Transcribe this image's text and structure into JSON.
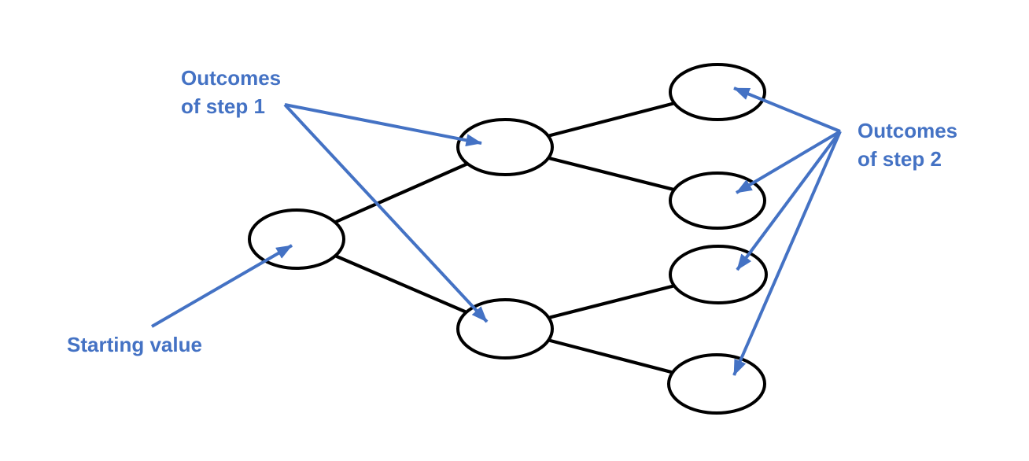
{
  "colors": {
    "annotation_blue": "#4472C4",
    "shape_stroke": "#000000",
    "shape_fill": "#FFFFFF",
    "background": "#FFFFFF"
  },
  "labels": {
    "step1_outcomes": {
      "line1": "Outcomes",
      "line2": "of step 1"
    },
    "step2_outcomes": {
      "line1": "Outcomes",
      "line2": "of step 2"
    },
    "starting_value": {
      "text": "Starting value"
    }
  },
  "diagram": {
    "type": "binomial-tree",
    "nodes": [
      {
        "id": "start",
        "label": "",
        "level": 0
      },
      {
        "id": "step1-up",
        "label": "",
        "level": 1
      },
      {
        "id": "step1-down",
        "label": "",
        "level": 1
      },
      {
        "id": "step2-outcome-1",
        "label": "",
        "level": 2
      },
      {
        "id": "step2-outcome-2",
        "label": "",
        "level": 2
      },
      {
        "id": "step2-outcome-3",
        "label": "",
        "level": 2
      },
      {
        "id": "step2-outcome-4",
        "label": "",
        "level": 2
      }
    ],
    "edges": [
      {
        "from": "start",
        "to": "step1-up"
      },
      {
        "from": "start",
        "to": "step1-down"
      },
      {
        "from": "step1-up",
        "to": "step2-outcome-1"
      },
      {
        "from": "step1-up",
        "to": "step2-outcome-2"
      },
      {
        "from": "step1-down",
        "to": "step2-outcome-3"
      },
      {
        "from": "step1-down",
        "to": "step2-outcome-4"
      }
    ],
    "annotations": [
      {
        "text": "Outcomes of step 1",
        "points_to": [
          "step1-up",
          "step1-down"
        ]
      },
      {
        "text": "Outcomes of step 2",
        "points_to": [
          "step2-outcome-1",
          "step2-outcome-2",
          "step2-outcome-3",
          "step2-outcome-4"
        ]
      },
      {
        "text": "Starting value",
        "points_to": [
          "start"
        ]
      }
    ]
  }
}
